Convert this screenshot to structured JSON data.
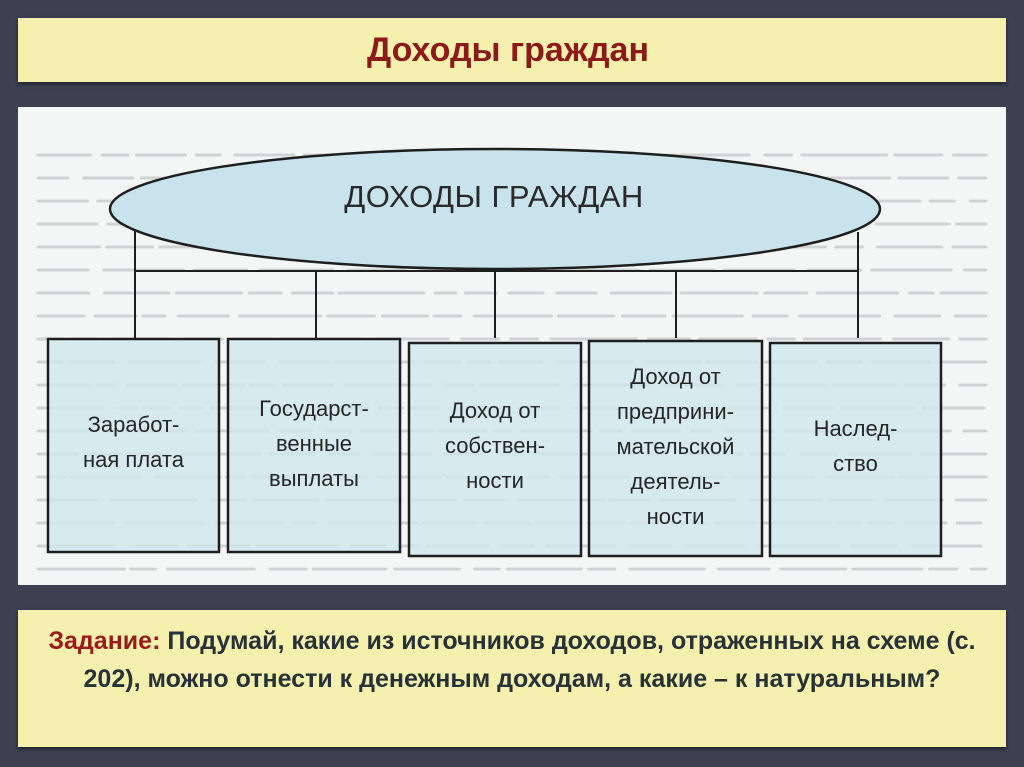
{
  "title": "Доходы граждан",
  "diagram": {
    "root": "ДОХОДЫ ГРАЖДАН",
    "boxes": [
      {
        "label": "Заработ-\nная плата"
      },
      {
        "label": "Государст-\nвенные\nвыплаты"
      },
      {
        "label": "Доход от\nсобствен-\nности"
      },
      {
        "label": "Доход от\nпредприни-\nмательской\nдеятель-\nности"
      },
      {
        "label": "Наслед-\nство"
      }
    ]
  },
  "task": {
    "label": "Задание:",
    "text": " Подумай, какие из источников доходов, отраженных на схеме (с. 202), можно отнести к денежным доходам, а какие – к натуральным?"
  },
  "colors": {
    "title_text": "#8c1a1a",
    "panel_bg": "#f6f0ae",
    "ellipse_fill": "#c9e3ec",
    "box_fill": "#cfe6ee",
    "slide_bg": "#3c4150"
  }
}
